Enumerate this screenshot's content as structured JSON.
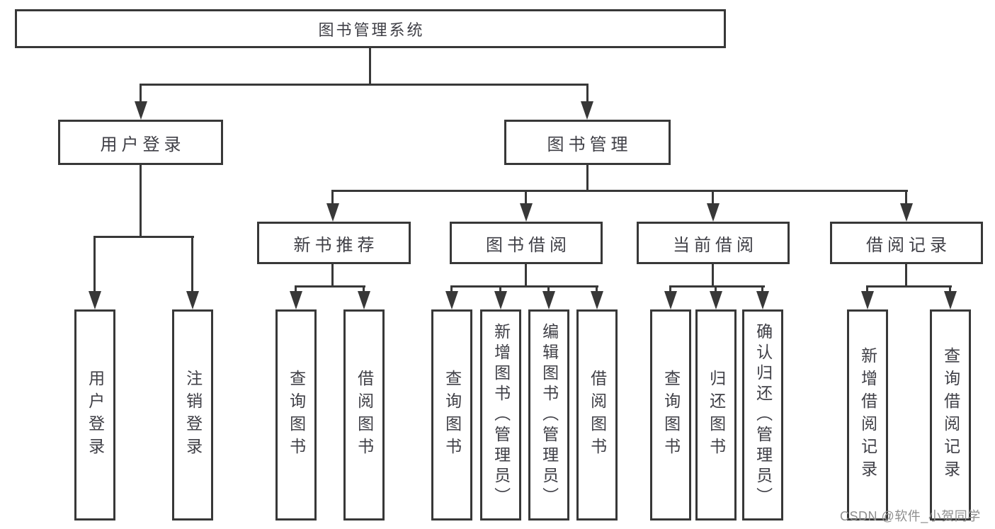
{
  "diagram": {
    "root": "图书管理系统",
    "level2": {
      "user_login": "用户登录",
      "book_management": "图书管理"
    },
    "level3": {
      "new_book_recommend": "新书推荐",
      "book_borrow": "图书借阅",
      "current_borrow": "当前借阅",
      "borrow_records": "借阅记录"
    },
    "leaves": {
      "user_login": [
        "用户登录",
        "注销登录"
      ],
      "new_book_recommend": [
        "查询图书",
        "借阅图书"
      ],
      "book_borrow": [
        "查询图书",
        "新增图书（管理员）",
        "编辑图书（管理员）",
        "借阅图书"
      ],
      "current_borrow": [
        "查询图书",
        "归还图书",
        "确认归还（管理员）"
      ],
      "borrow_records": [
        "新增借阅记录",
        "查询借阅记录"
      ]
    }
  },
  "watermark": "CSDN @软件_小贺同学",
  "colors": {
    "line": "#383838",
    "text": "#3f3f46",
    "watermark": "#8e8e8e",
    "background": "#ffffff"
  }
}
